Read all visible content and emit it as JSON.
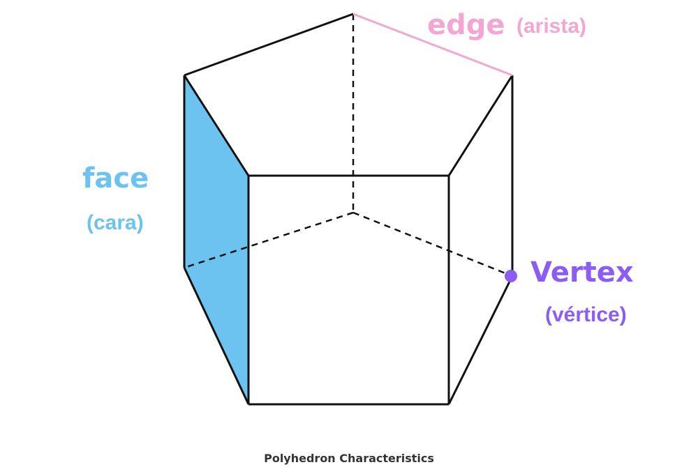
{
  "colors": {
    "edge": "#f4a6d2",
    "face": "#6cc3f0",
    "vertex": "#8b5cf6",
    "lines": "#111111",
    "caption": "#333333"
  },
  "labels": {
    "edge": "edge",
    "edge_es": "(arista)",
    "face": "face",
    "face_es": "(cara)",
    "vertex": "Vertex",
    "vertex_es": "(vértice)"
  },
  "caption": "Polyhedron Characteristics"
}
